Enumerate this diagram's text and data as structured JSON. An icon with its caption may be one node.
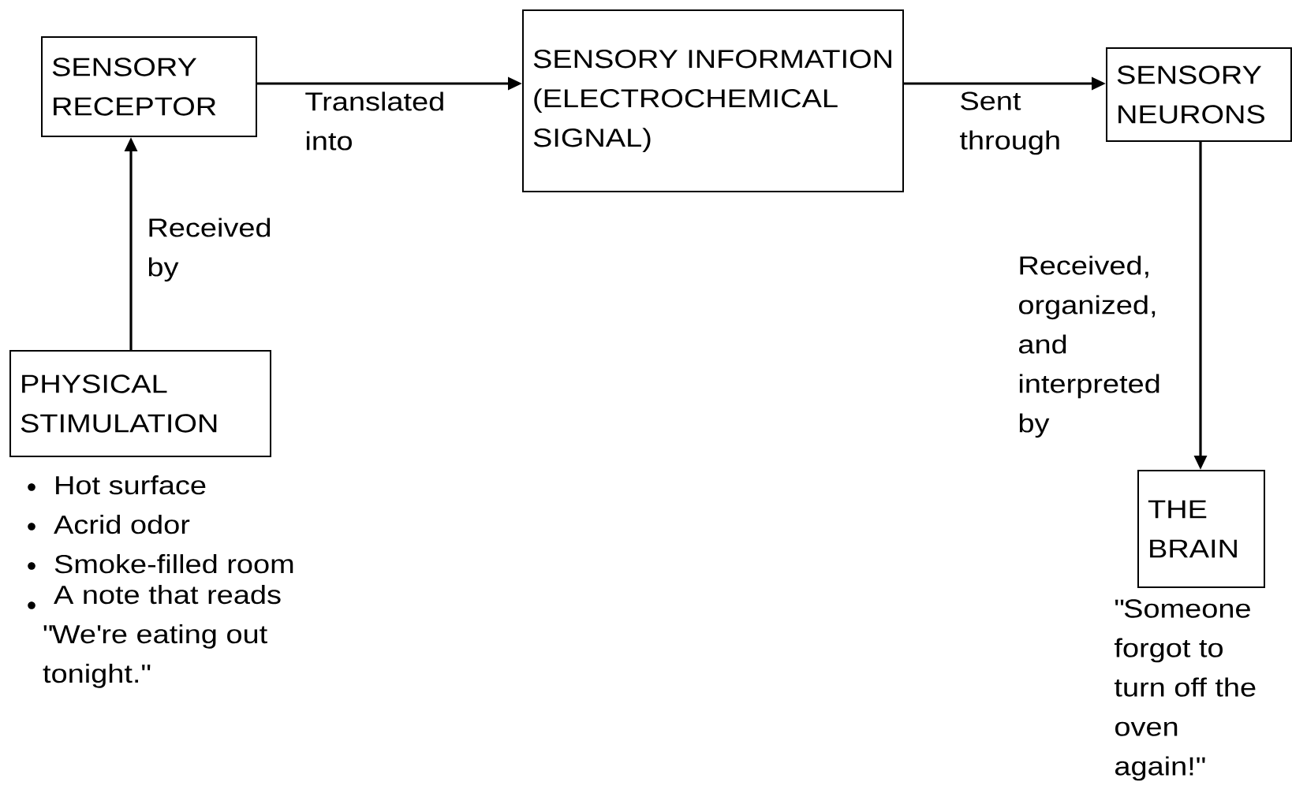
{
  "diagram": {
    "nodes": [
      {
        "text": [
          "SENSORY RECEPTOR"
        ]
      },
      {
        "text": [
          "SENSORY INFORMATION (ELECTROCHEMICAL SIGNAL)"
        ]
      },
      {
        "text": [
          "SENSORY NEURONS"
        ]
      },
      {
        "text": [
          "PHYSICAL STIMULATION"
        ],
        "beside": [
          "Hot surface",
          "Acrid odor",
          "Smoke-filled room",
          "A note that reads \"We're eating out tonight.\""
        ]
      },
      {
        "text": [
          "THE BRAIN"
        ],
        "beside": [
          "\"Someone forgot to turn off the oven again!\""
        ]
      }
    ],
    "edges": [
      {
        "from": 3,
        "to": 0,
        "arrow": "to",
        "label": "Received by"
      },
      {
        "from": 0,
        "to": 1,
        "arrow": "to",
        "label": "Translated into"
      },
      {
        "from": 1,
        "to": 2,
        "arrow": "to",
        "label": "Sent through"
      },
      {
        "from": 2,
        "to": 4,
        "arrow": "to",
        "label": "Received, organized, and interpreted by"
      }
    ]
  }
}
